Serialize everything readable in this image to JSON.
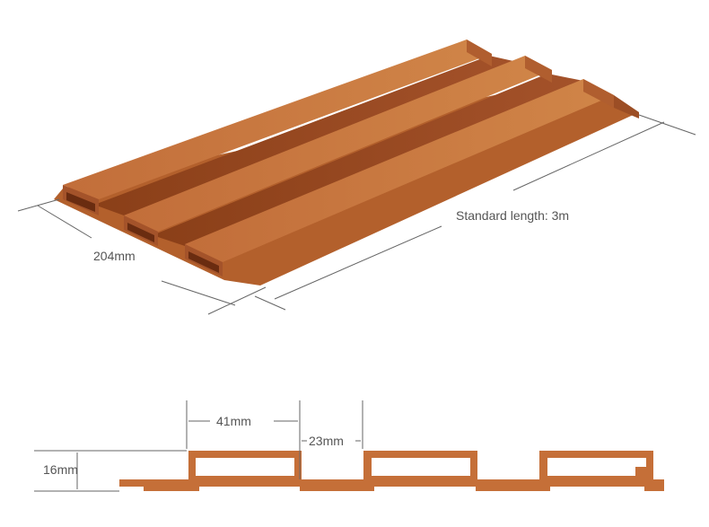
{
  "labels": {
    "width": "204mm",
    "length": "Standard length: 3m",
    "rib_width": "41mm",
    "gap": "23mm",
    "thickness": "16mm"
  },
  "colors": {
    "wood_light": "#c9773f",
    "wood_mid": "#b8652f",
    "wood_dark": "#8f4318",
    "profile": "#c56f38",
    "dimension_line": "#666666"
  }
}
